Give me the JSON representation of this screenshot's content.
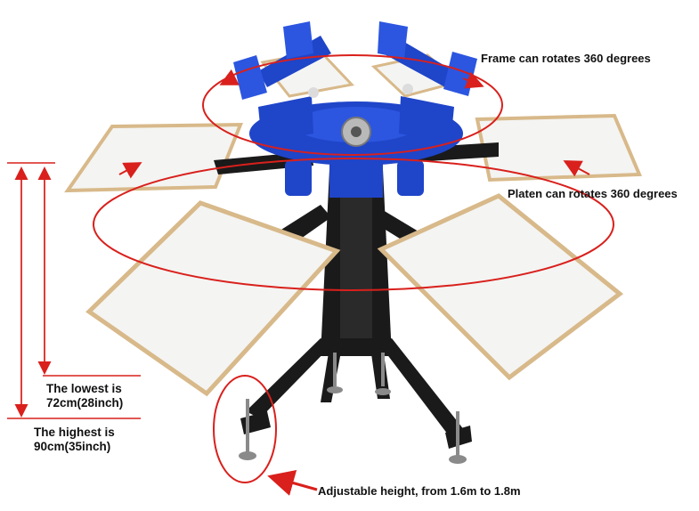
{
  "labels": {
    "frame_rotation": "Frame  can rotates 360 degrees",
    "platen_rotation": "Platen can rotates 360 degrees",
    "lowest_line1": "The lowest is",
    "lowest_line2": "72cm(28inch)",
    "highest_line1": "The highest is",
    "highest_line2": "90cm(35inch)",
    "adjustable_height": "Adjustable height, from 1.6m to 1.8m"
  },
  "colors": {
    "annotation_red": "#d9201c",
    "frame_blue": "#1f45c9",
    "stand_black": "#1a1a1a",
    "platen_white": "#f4f4f2",
    "platen_edge": "#d8b98a"
  }
}
